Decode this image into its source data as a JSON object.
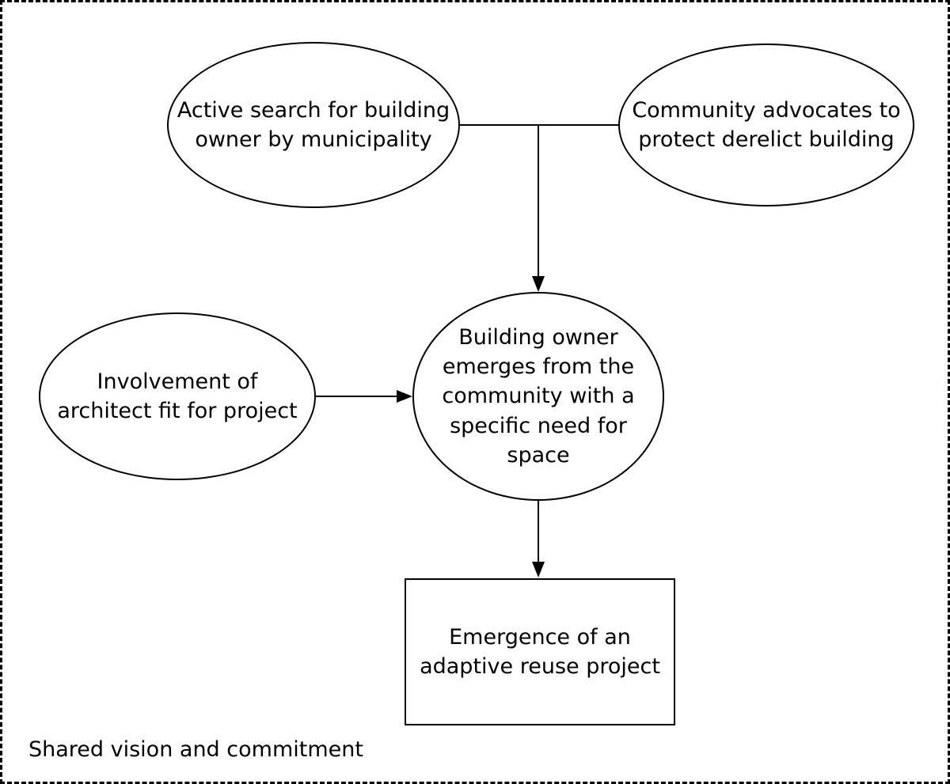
{
  "caption": "Shared vision and commitment",
  "nodes": {
    "active_search": {
      "label": "Active search for building\nowner by municipality"
    },
    "community_advocates": {
      "label": "Community advocates to\nprotect derelict building"
    },
    "building_owner": {
      "label": "Building owner\nemerges from the\ncommunity with a\nspecific need for\nspace"
    },
    "architect": {
      "label": "Involvement of\narchitect fit for project"
    },
    "emergence": {
      "label": "Emergence of an\nadaptive reuse project"
    }
  },
  "edges": [
    {
      "from": "active_search",
      "to": "building_owner"
    },
    {
      "from": "community_advocates",
      "to": "building_owner"
    },
    {
      "from": "architect",
      "to": "building_owner"
    },
    {
      "from": "building_owner",
      "to": "emergence"
    }
  ],
  "colors": {
    "stroke": "#000000",
    "background": "#ffffff"
  }
}
